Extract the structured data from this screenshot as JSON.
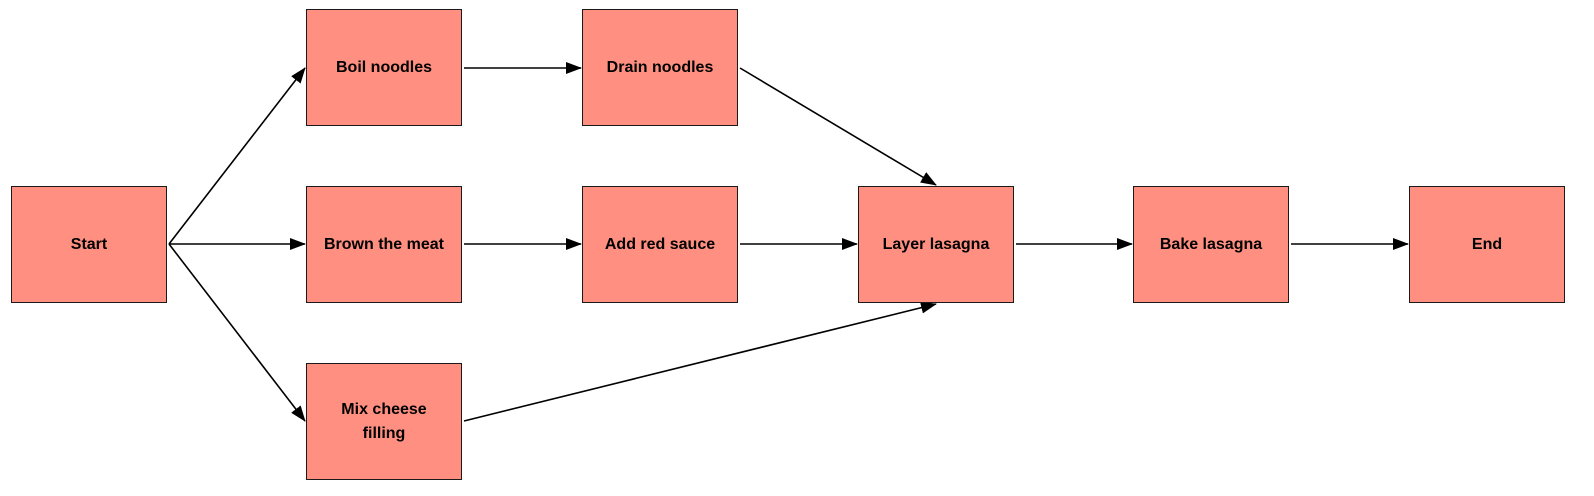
{
  "nodes": {
    "start": "Start",
    "boil_noodles": "Boil noodles",
    "drain_noodles": "Drain noodles",
    "brown_meat": "Brown the meat",
    "add_sauce": "Add red sauce",
    "mix_cheese": "Mix cheese filling",
    "layer_lasagna": "Layer lasagna",
    "bake_lasagna": "Bake lasagna",
    "end": "End"
  },
  "edges": [
    {
      "from": "Start",
      "to": "Boil noodles"
    },
    {
      "from": "Start",
      "to": "Brown the meat"
    },
    {
      "from": "Start",
      "to": "Mix cheese filling"
    },
    {
      "from": "Boil noodles",
      "to": "Drain noodles"
    },
    {
      "from": "Brown the meat",
      "to": "Add red sauce"
    },
    {
      "from": "Drain noodles",
      "to": "Layer lasagna"
    },
    {
      "from": "Add red sauce",
      "to": "Layer lasagna"
    },
    {
      "from": "Mix cheese filling",
      "to": "Layer lasagna"
    },
    {
      "from": "Layer lasagna",
      "to": "Bake lasagna"
    },
    {
      "from": "Bake lasagna",
      "to": "End"
    }
  ],
  "colors": {
    "node_fill": "#ff8f80",
    "node_border": "#1a1a1a",
    "edge": "#000000"
  }
}
